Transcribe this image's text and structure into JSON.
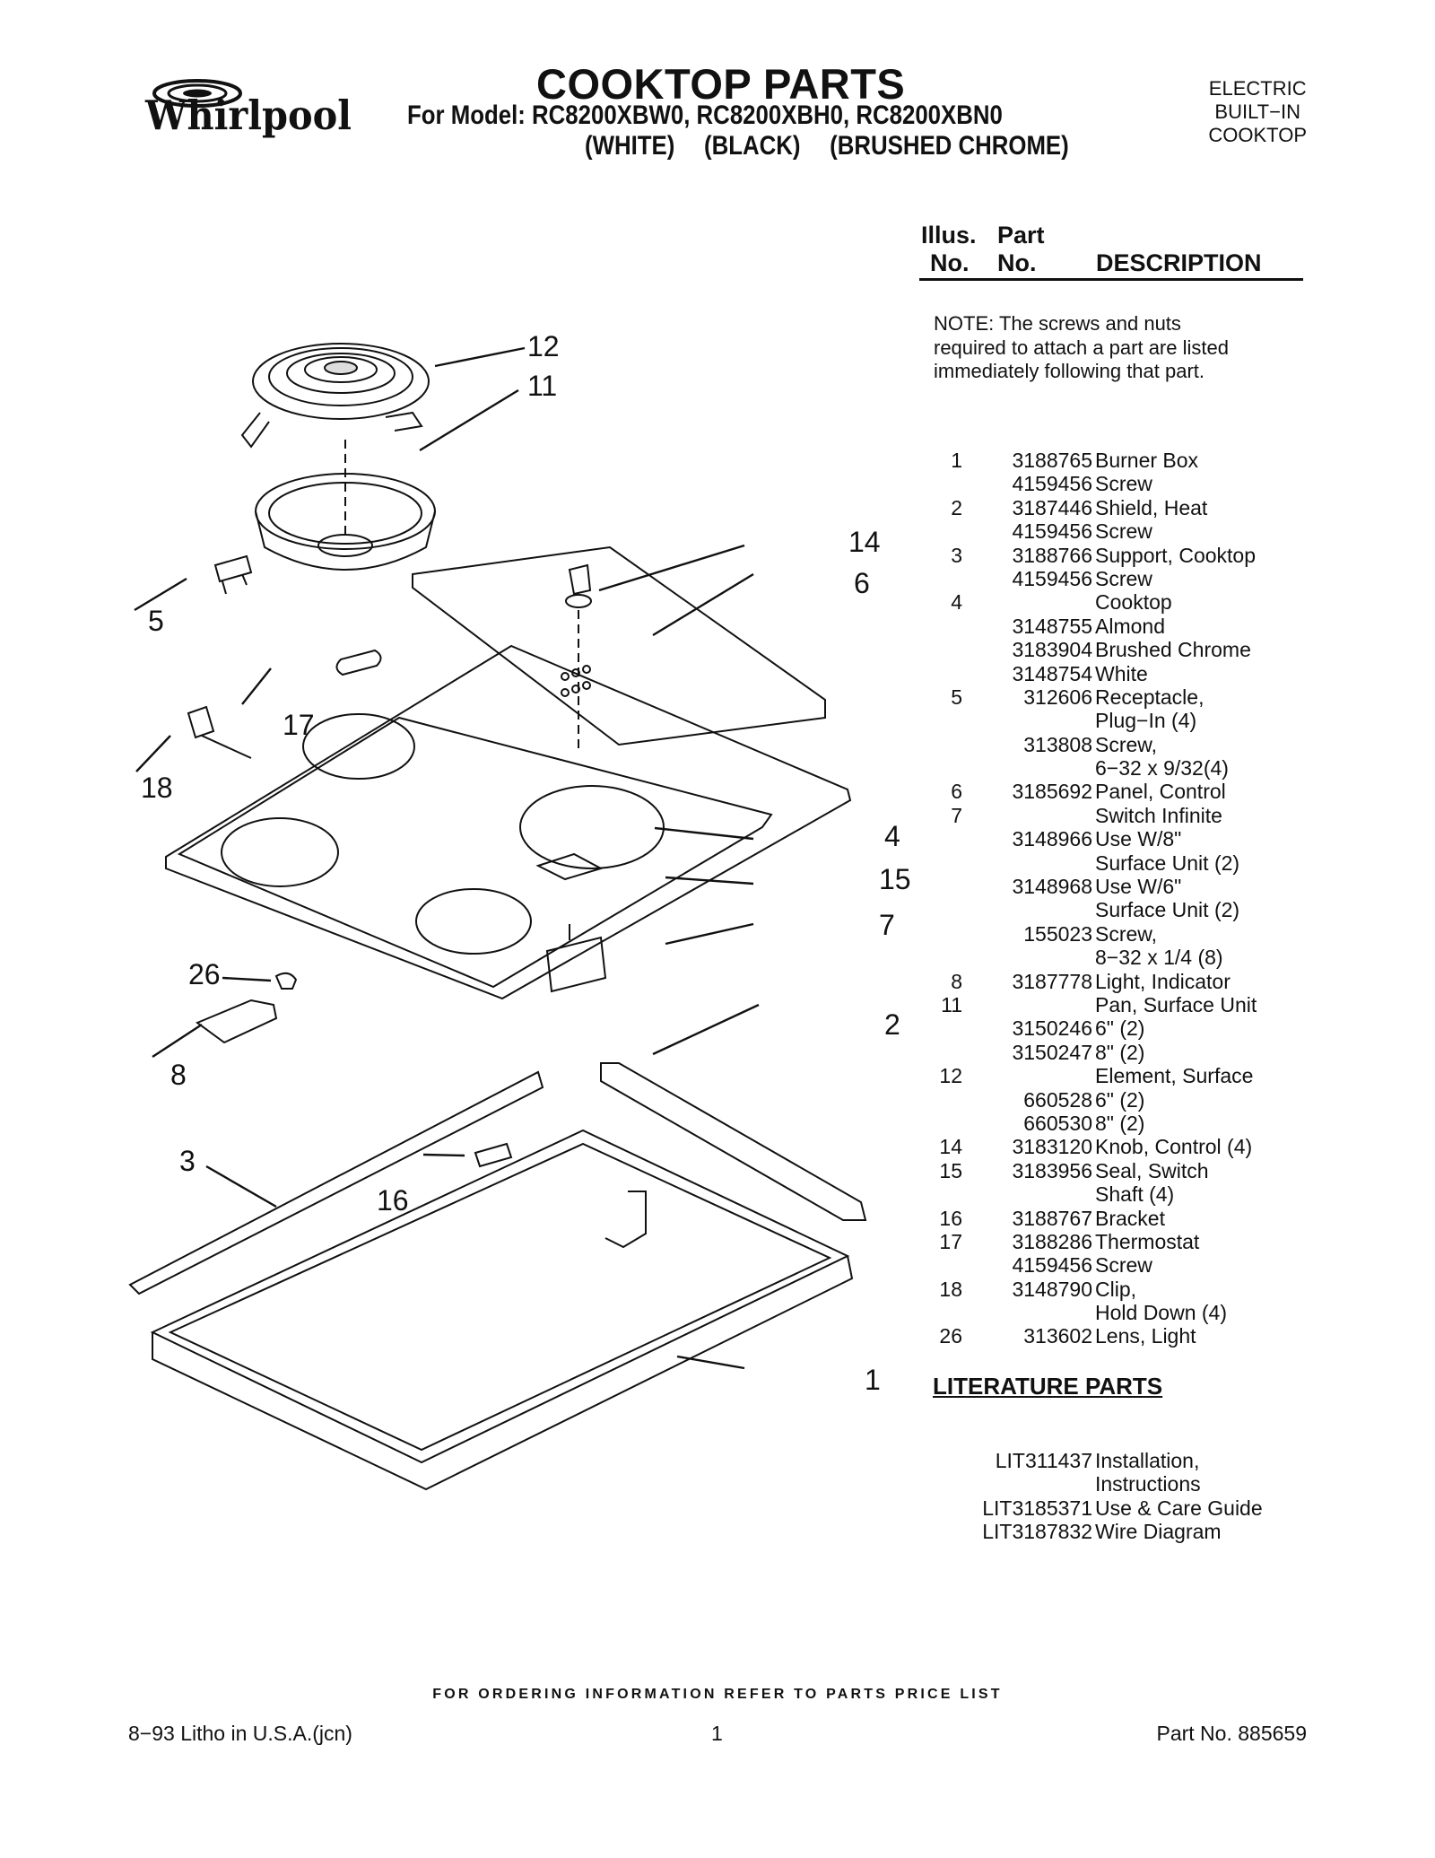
{
  "header": {
    "brand": "Whirlpool",
    "title": "COOKTOP PARTS",
    "model_line": "For Model: RC8200XBW0, RC8200XBH0, RC8200XBN0",
    "colors": [
      "(WHITE)",
      "(BLACK)",
      "(BRUSHED CHROME)"
    ],
    "product_type": [
      "ELECTRIC",
      "BUILT−IN",
      "COOKTOP"
    ]
  },
  "table_header": {
    "illus_1": "Illus.",
    "illus_2": "No.",
    "part_1": "Part",
    "part_2": "No.",
    "description": "DESCRIPTION"
  },
  "note": "NOTE: The screws and nuts required to attach a part are listed immediately following that part.",
  "parts": [
    {
      "illus": "1",
      "part": "3188765",
      "desc": "Burner Box"
    },
    {
      "illus": "",
      "part": "4159456",
      "desc": "Screw"
    },
    {
      "illus": "2",
      "part": "3187446",
      "desc": "Shield, Heat"
    },
    {
      "illus": "",
      "part": "4159456",
      "desc": "Screw"
    },
    {
      "illus": "3",
      "part": "3188766",
      "desc": "Support, Cooktop"
    },
    {
      "illus": "",
      "part": "4159456",
      "desc": "Screw"
    },
    {
      "illus": "4",
      "part": "",
      "desc": "Cooktop"
    },
    {
      "illus": "",
      "part": "3148755",
      "desc": "Almond"
    },
    {
      "illus": "",
      "part": "3183904",
      "desc": "Brushed Chrome"
    },
    {
      "illus": "",
      "part": "3148754",
      "desc": "White"
    },
    {
      "illus": "5",
      "part": "312606",
      "desc": "Receptacle,"
    },
    {
      "illus": "",
      "part": "",
      "desc": "Plug−In (4)"
    },
    {
      "illus": "",
      "part": "313808",
      "desc": "Screw,"
    },
    {
      "illus": "",
      "part": "",
      "desc": "6−32 x 9/32(4)"
    },
    {
      "illus": "6",
      "part": "3185692",
      "desc": "Panel, Control"
    },
    {
      "illus": "7",
      "part": "",
      "desc": "Switch Infinite"
    },
    {
      "illus": "",
      "part": "3148966",
      "desc": "Use W/8\""
    },
    {
      "illus": "",
      "part": "",
      "desc": "Surface Unit (2)"
    },
    {
      "illus": "",
      "part": "3148968",
      "desc": "Use W/6\""
    },
    {
      "illus": "",
      "part": "",
      "desc": "Surface Unit (2)"
    },
    {
      "illus": "",
      "part": "155023",
      "desc": "Screw,"
    },
    {
      "illus": "",
      "part": "",
      "desc": "8−32 x 1/4 (8)"
    },
    {
      "illus": "8",
      "part": "3187778",
      "desc": "Light, Indicator"
    },
    {
      "illus": "11",
      "part": "",
      "desc": "Pan, Surface Unit"
    },
    {
      "illus": "",
      "part": "3150246",
      "desc": "6\" (2)"
    },
    {
      "illus": "",
      "part": "3150247",
      "desc": "8\" (2)"
    },
    {
      "illus": "12",
      "part": "",
      "desc": "Element, Surface"
    },
    {
      "illus": "",
      "part": "660528",
      "desc": "6\" (2)"
    },
    {
      "illus": "",
      "part": "660530",
      "desc": "8\" (2)"
    },
    {
      "illus": "14",
      "part": "3183120",
      "desc": "Knob, Control (4)"
    },
    {
      "illus": "15",
      "part": "3183956",
      "desc": "Seal, Switch"
    },
    {
      "illus": "",
      "part": "",
      "desc": "Shaft (4)"
    },
    {
      "illus": "16",
      "part": "3188767",
      "desc": "Bracket"
    },
    {
      "illus": "17",
      "part": "3188286",
      "desc": "Thermostat"
    },
    {
      "illus": "",
      "part": "4159456",
      "desc": "Screw"
    },
    {
      "illus": "18",
      "part": "3148790",
      "desc": "Clip,"
    },
    {
      "illus": "",
      "part": "",
      "desc": "Hold Down (4)"
    },
    {
      "illus": "26",
      "part": "313602",
      "desc": "Lens, Light"
    }
  ],
  "literature": {
    "heading": "LITERATURE PARTS",
    "items": [
      {
        "part": "LIT311437",
        "desc": "Installation,"
      },
      {
        "part": "",
        "desc": "Instructions"
      },
      {
        "part": "LIT3185371",
        "desc": "Use & Care Guide"
      },
      {
        "part": "LIT3187832",
        "desc": "Wire Diagram"
      }
    ]
  },
  "callouts": [
    "12",
    "11",
    "14",
    "6",
    "5",
    "17",
    "18",
    "4",
    "15",
    "7",
    "26",
    "8",
    "2",
    "3",
    "16",
    "1"
  ],
  "footer": {
    "ordering": "FOR ORDERING INFORMATION REFER TO PARTS PRICE LIST",
    "litho": "8−93 Litho in U.S.A.(jcn)",
    "page": "1",
    "part_no": "Part No. 885659"
  }
}
